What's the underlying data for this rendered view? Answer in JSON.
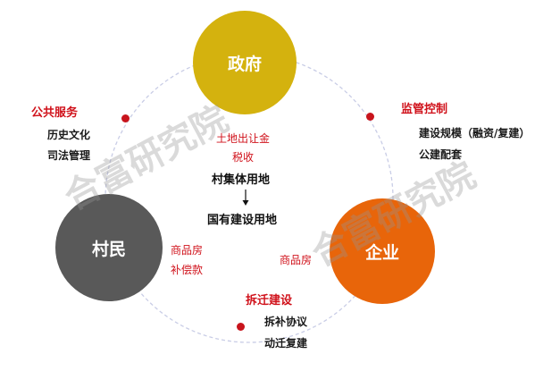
{
  "nodes": {
    "government": {
      "label": "政府",
      "color": "#d4b20e"
    },
    "villagers": {
      "label": "村民",
      "color": "#595959"
    },
    "enterprise": {
      "label": "企业",
      "color": "#e8650a"
    }
  },
  "relations": {
    "public_service": {
      "title": "公共服务",
      "items": [
        "历史文化",
        "司法管理"
      ]
    },
    "supervision": {
      "title": "监管控制",
      "items": [
        "建设规模（融资/复建）",
        "公建配套"
      ]
    },
    "demolition": {
      "title": "拆迁建设",
      "items": [
        "拆补协议",
        "动迁复建"
      ]
    }
  },
  "center": {
    "red_lines": [
      "土地出让金",
      "税收"
    ],
    "from_land": "村集体用地",
    "to_land": "国有建设用地"
  },
  "villager_side": [
    "商品房",
    "补偿款"
  ],
  "enterprise_side": "商品房",
  "watermark": [
    "合富研究院",
    "合富研究院"
  ],
  "colors": {
    "accent_red": "#d0121b",
    "ring": "#c9cde6"
  }
}
